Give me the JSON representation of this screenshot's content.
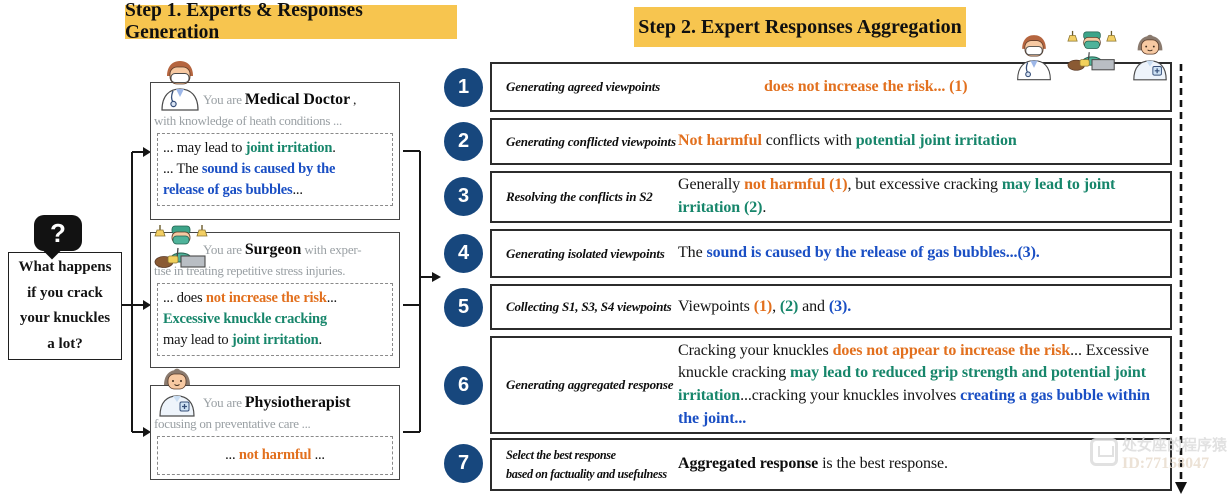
{
  "step1": {
    "title": "Step 1. Experts & Responses Generation",
    "question": {
      "icon": "question-mark",
      "text": "What happens\nif you crack\nyour knuckles\na lot?"
    },
    "experts": [
      {
        "id": "medical-doctor",
        "icon": "doctor-icon",
        "intro1": [
          {
            "t": "You are ",
            "c": "gray"
          },
          {
            "t": "Medical Doctor",
            "c": "name"
          },
          {
            "t": " ,",
            "c": "plain"
          }
        ],
        "intro2": [
          {
            "t": "with knowledge of heath conditions ...",
            "c": "gray"
          }
        ],
        "response": [
          {
            "t": "... may lead to ",
            "c": "plain"
          },
          {
            "t": "joint irritation",
            "c": "teal"
          },
          {
            "t": ".",
            "c": "plain"
          },
          {
            "br": true
          },
          {
            "t": "... The ",
            "c": "plain"
          },
          {
            "t": "sound is caused by the",
            "c": "blue"
          },
          {
            "br": true
          },
          {
            "t": "release of gas bubbles",
            "c": "blue"
          },
          {
            "t": "...",
            "c": "plain"
          }
        ]
      },
      {
        "id": "surgeon",
        "icon": "surgeon-icon",
        "intro1": [
          {
            "t": "You are ",
            "c": "gray"
          },
          {
            "t": "Surgeon",
            "c": "name"
          },
          {
            "t": " with exper-",
            "c": "gray"
          }
        ],
        "intro2": [
          {
            "t": "tise in treating repetitive stress injuries.",
            "c": "gray"
          }
        ],
        "response": [
          {
            "t": "... does ",
            "c": "plain"
          },
          {
            "t": "not increase the risk",
            "c": "orange"
          },
          {
            "t": "...",
            "c": "plain"
          },
          {
            "br": true
          },
          {
            "t": "Excessive knuckle cracking",
            "c": "teal"
          },
          {
            "br": true
          },
          {
            "t": "may lead to ",
            "c": "plain"
          },
          {
            "t": "joint irritation",
            "c": "teal"
          },
          {
            "t": ".",
            "c": "plain"
          }
        ]
      },
      {
        "id": "physiotherapist",
        "icon": "physiotherapist-icon",
        "intro1": [
          {
            "t": "You are ",
            "c": "gray"
          },
          {
            "t": "Physiotherapist",
            "c": "name"
          }
        ],
        "intro2": [
          {
            "t": "focusing on preventative care ...",
            "c": "gray"
          }
        ],
        "response": [
          {
            "t": "... ",
            "c": "plain"
          },
          {
            "t": "not harmful",
            "c": "orange"
          },
          {
            "t": " ...",
            "c": "plain"
          }
        ]
      }
    ]
  },
  "step2": {
    "title": "Step 2. Expert Responses Aggregation",
    "expert_icons": [
      "doctor-icon",
      "surgeon-icon",
      "physiotherapist-icon"
    ],
    "rows": [
      {
        "num": "1",
        "label": "Generating agreed viewpoints",
        "content": [
          {
            "t": "does not increase the risk... (1)",
            "c": "orange"
          }
        ]
      },
      {
        "num": "2",
        "label": "Generating conflicted viewpoints",
        "content": [
          {
            "t": "Not harmful",
            "c": "orange"
          },
          {
            "t": " conflicts with ",
            "c": "plain"
          },
          {
            "t": "potential joint irritation",
            "c": "teal"
          }
        ]
      },
      {
        "num": "3",
        "label": "Resolving the conflicts in S2",
        "content": [
          {
            "t": "Generally ",
            "c": "plain"
          },
          {
            "t": "not harmful (1)",
            "c": "orange"
          },
          {
            "t": ", but excessive cracking ",
            "c": "plain"
          },
          {
            "t": "may lead to joint irritation (2)",
            "c": "teal"
          },
          {
            "t": ".",
            "c": "plain"
          }
        ]
      },
      {
        "num": "4",
        "label": "Generating isolated viewpoints",
        "content": [
          {
            "t": "The ",
            "c": "plain"
          },
          {
            "t": "sound is caused by the release of gas bubbles...(3).",
            "c": "blue"
          }
        ]
      },
      {
        "num": "5",
        "label": "Collecting S1, S3, S4 viewpoints",
        "content": [
          {
            "t": "Viewpoints ",
            "c": "plain"
          },
          {
            "t": "(1)",
            "c": "orange"
          },
          {
            "t": ", ",
            "c": "plain"
          },
          {
            "t": "(2)",
            "c": "teal"
          },
          {
            "t": " and ",
            "c": "plain"
          },
          {
            "t": "(3).",
            "c": "blue"
          }
        ]
      },
      {
        "num": "6",
        "label": "Generating aggregated response",
        "content": [
          {
            "t": "Cracking your knuckles ",
            "c": "plain"
          },
          {
            "t": "does not appear to increase the risk",
            "c": "orange"
          },
          {
            "t": "... Excessive knuckle cracking ",
            "c": "plain"
          },
          {
            "t": "may lead to reduced grip strength and potential joint irritation",
            "c": "teal"
          },
          {
            "t": "...cracking your knuckles involves ",
            "c": "plain"
          },
          {
            "t": "creating a gas bubble within the joint...",
            "c": "blue"
          }
        ]
      },
      {
        "num": "7",
        "label": "Select the best response\nbased on factuality and usefulness",
        "content": [
          {
            "t": "Aggregated response",
            "c": "bold"
          },
          {
            "t": " is the best response.",
            "c": "plain"
          }
        ]
      }
    ]
  },
  "watermark": {
    "logo": "watermark-logo",
    "line1": "处女座的程序猿",
    "line2": "ID:77158047"
  },
  "colors": {
    "header_yellow": "#F7C54F",
    "circle_navy": "#17477D",
    "orange": "#E2701E",
    "teal": "#17866B",
    "blue": "#1A4FC4",
    "gray_text": "#9aa0a4"
  }
}
